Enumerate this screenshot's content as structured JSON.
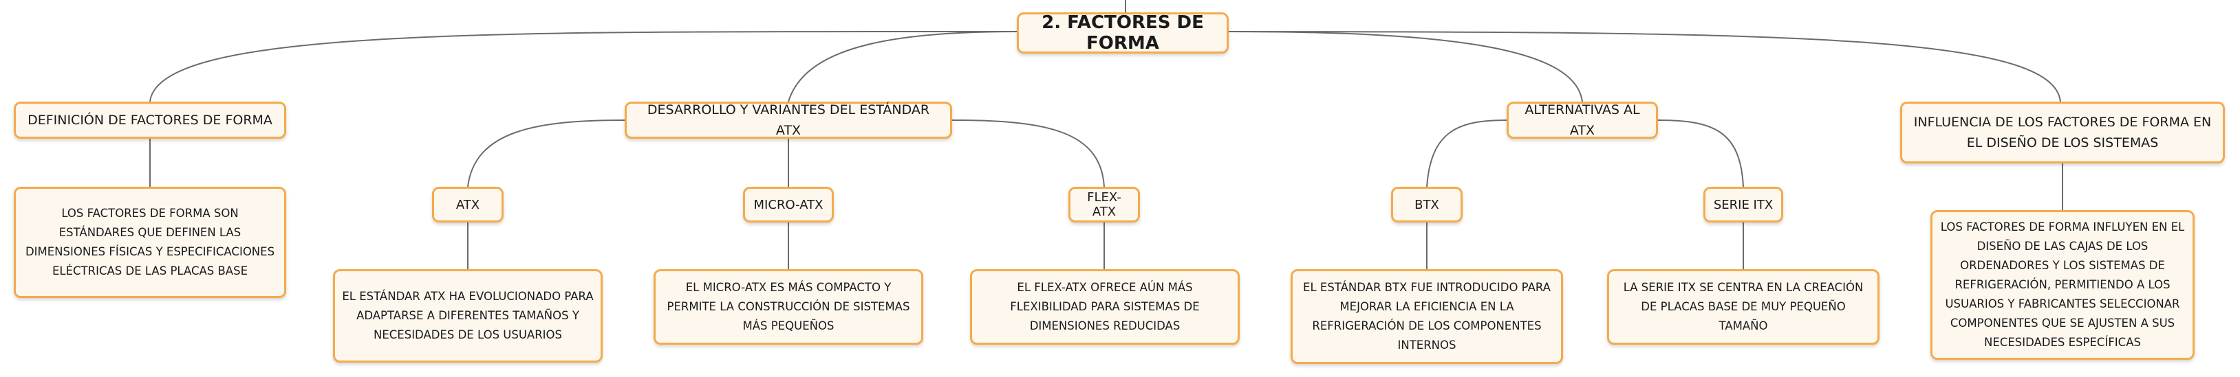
{
  "theme": {
    "node_border": "#f4ab4b",
    "node_fill": "#fdf7ee",
    "connector": "#6b6b6b",
    "text": "#1a1a1a"
  },
  "root": {
    "label": "2. FACTORES DE FORMA"
  },
  "topics": [
    {
      "label": "DEFINICIÓN DE FACTORES DE FORMA",
      "description": "LOS FACTORES DE FORMA SON ESTÁNDARES QUE DEFINEN LAS DIMENSIONES FÍSICAS Y ESPECIFICACIONES ELÉCTRICAS DE LAS PLACAS BASE"
    },
    {
      "label": "DESARROLLO Y VARIANTES DEL ESTÁNDAR ATX",
      "children": [
        {
          "label": "ATX",
          "description": "EL ESTÁNDAR ATX HA EVOLUCIONADO PARA ADAPTARSE A DIFERENTES TAMAÑOS Y NECESIDADES DE LOS USUARIOS"
        },
        {
          "label": "MICRO-ATX",
          "description": "EL MICRO-ATX ES MÁS COMPACTO Y PERMITE LA CONSTRUCCIÓN DE SISTEMAS MÁS PEQUEÑOS"
        },
        {
          "label": "FLEX-ATX",
          "description": "EL FLEX-ATX OFRECE AÚN MÁS FLEXIBILIDAD PARA SISTEMAS DE DIMENSIONES REDUCIDAS"
        }
      ]
    },
    {
      "label": "ALTERNATIVAS AL ATX",
      "children": [
        {
          "label": "BTX",
          "description": "EL ESTÁNDAR BTX FUE INTRODUCIDO PARA MEJORAR LA EFICIENCIA EN LA REFRIGERACIÓN DE LOS COMPONENTES INTERNOS"
        },
        {
          "label": "SERIE ITX",
          "description": "LA SERIE ITX SE CENTRA EN LA CREACIÓN DE PLACAS BASE DE MUY PEQUEÑO TAMAÑO"
        }
      ]
    },
    {
      "label": "INFLUENCIA DE LOS FACTORES DE FORMA EN EL DISEÑO DE LOS SISTEMAS",
      "description": "LOS FACTORES DE FORMA INFLUYEN EN EL DISEÑO DE LAS CAJAS DE LOS ORDENADORES Y LOS SISTEMAS DE REFRIGERACIÓN, PERMITIENDO A LOS USUARIOS Y FABRICANTES SELECCIONAR COMPONENTES QUE SE AJUSTEN A SUS NECESIDADES ESPECÍFICAS"
    }
  ]
}
